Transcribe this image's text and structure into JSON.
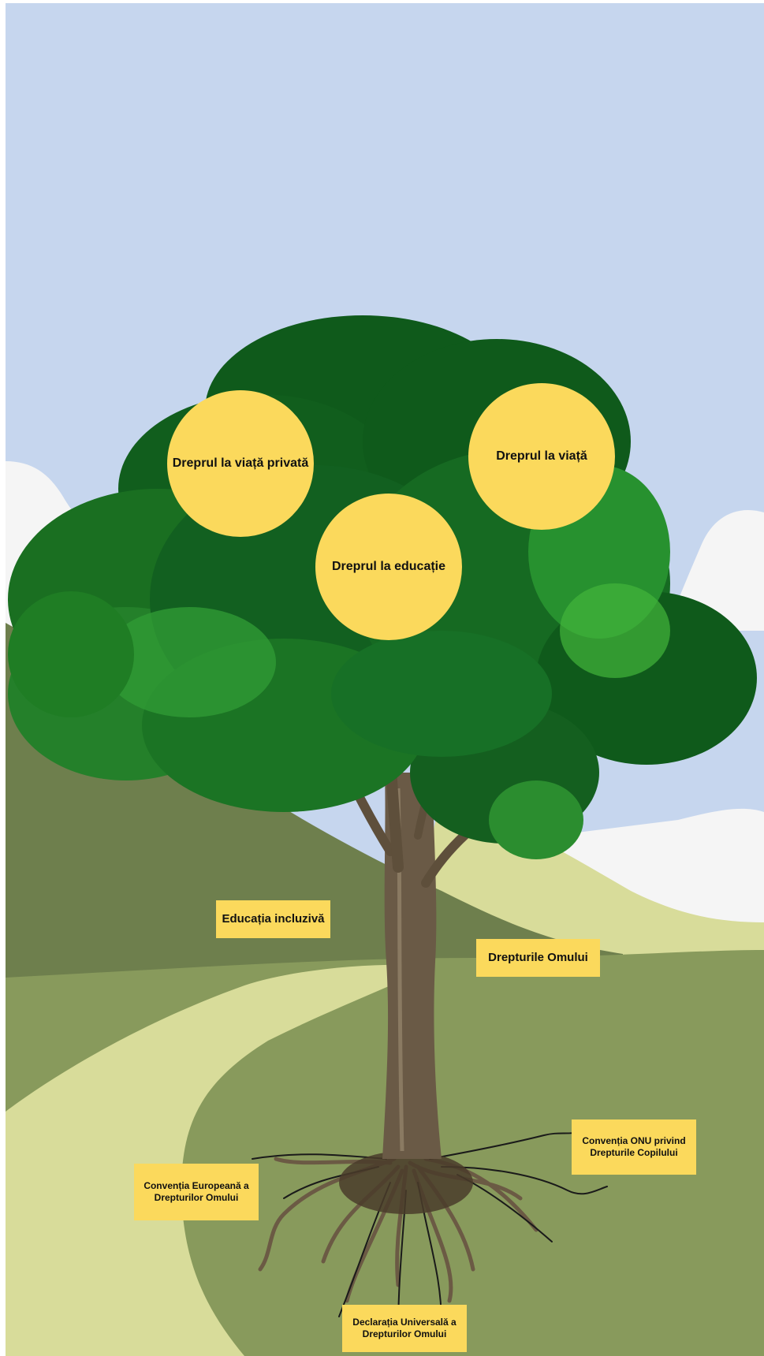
{
  "colors": {
    "sky": "#c6d6ee",
    "cloud": "#f5f5f5",
    "hill_dark": "#6e7f4d",
    "hill_mid": "#889a5c",
    "path": "#d8dc9a",
    "foliage_dark": "#0f5a1b",
    "foliage_mid": "#1f7d24",
    "foliage_light": "#43b53a",
    "trunk": "#6a5a46",
    "roots": "#5b4a36",
    "label_bg": "#fbd95c",
    "label_text": "#111111"
  },
  "branches": {
    "privacy": "Dreprul la viață privată",
    "life": "Dreprul la viață",
    "education": "Dreprul la educație"
  },
  "trunk_labels": {
    "inclusive_education": "Educația incluzivă",
    "human_rights": "Drepturile Omului"
  },
  "roots": {
    "un_convention": [
      "Convenția ONU privind",
      "Drepturile Copilului"
    ],
    "european_convention": [
      "Convenția Europeană a",
      "Drepturilor Omului"
    ],
    "universal_declaration": [
      "Declarația Universală a",
      "Drepturilor Omului"
    ]
  }
}
